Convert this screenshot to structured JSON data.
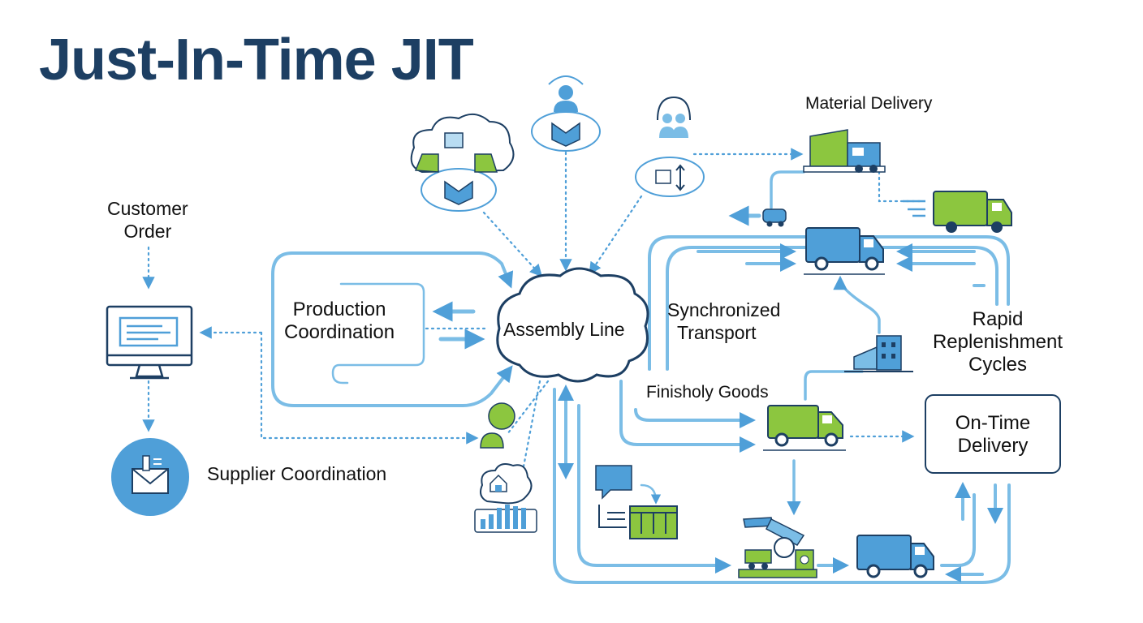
{
  "title": "Just-In-Time  JIT",
  "labels": {
    "customer_order": [
      "Customer",
      "Order"
    ],
    "production_coordination": [
      "Production",
      "Coordination"
    ],
    "assembly_line": "Assembly Line",
    "supplier_coordination": "Supplier Coordination",
    "material_delivery": "Material Delivery",
    "synchronized_transport": [
      "Synchronized",
      "Transport"
    ],
    "rapid_replenishment": [
      "Rapid",
      "Replenishment",
      "Cycles"
    ],
    "finished_goods": "Finisholy Goods",
    "on_time_delivery": [
      "On-Time",
      "Delivery"
    ]
  },
  "colors": {
    "title": "#1d3f63",
    "blue": "#4f9fd8",
    "light_blue": "#7bbde6",
    "dark_outline": "#1d3f63",
    "green": "#8cc63f",
    "text": "#111111"
  }
}
